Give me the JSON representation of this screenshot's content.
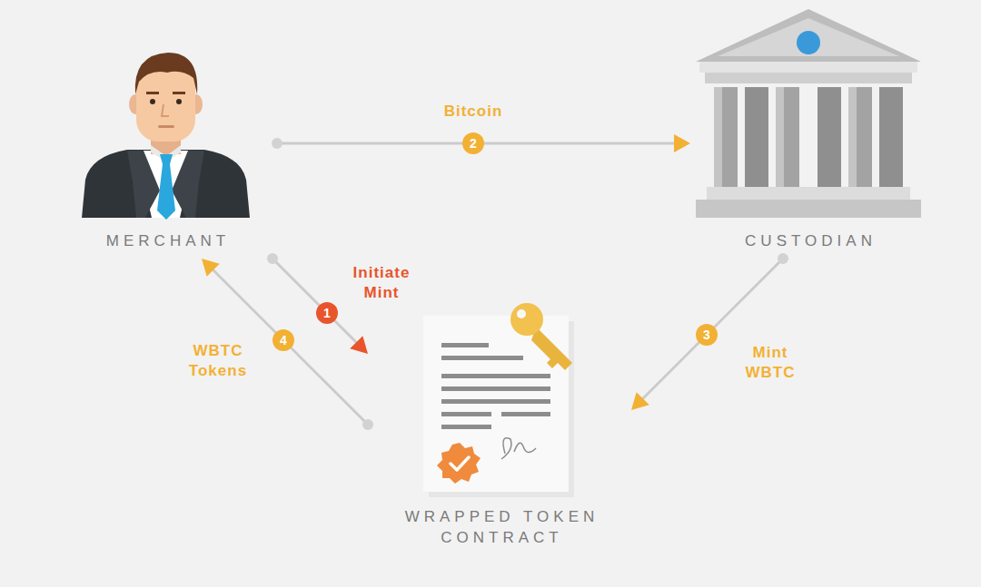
{
  "diagram": {
    "nodes": [
      {
        "text": [
          "MERCHANT"
        ]
      },
      {
        "text": [
          "CUSTODIAN"
        ]
      },
      {
        "text": [
          "WRAPPED TOKEN CONTRACT"
        ]
      }
    ],
    "edges": [
      {
        "from": 0,
        "to": 1,
        "arrow": "to",
        "label": "Bitcoin"
      },
      {
        "from": 0,
        "to": 2,
        "arrow": "to",
        "label": "Initiate Mint"
      },
      {
        "from": 2,
        "to": 0,
        "arrow": "to",
        "label": "WBTC Tokens"
      },
      {
        "from": 1,
        "to": 2,
        "arrow": "to",
        "label": "Mint WBTC"
      }
    ],
    "labels": [
      "1",
      "2",
      "3",
      "4"
    ]
  }
}
